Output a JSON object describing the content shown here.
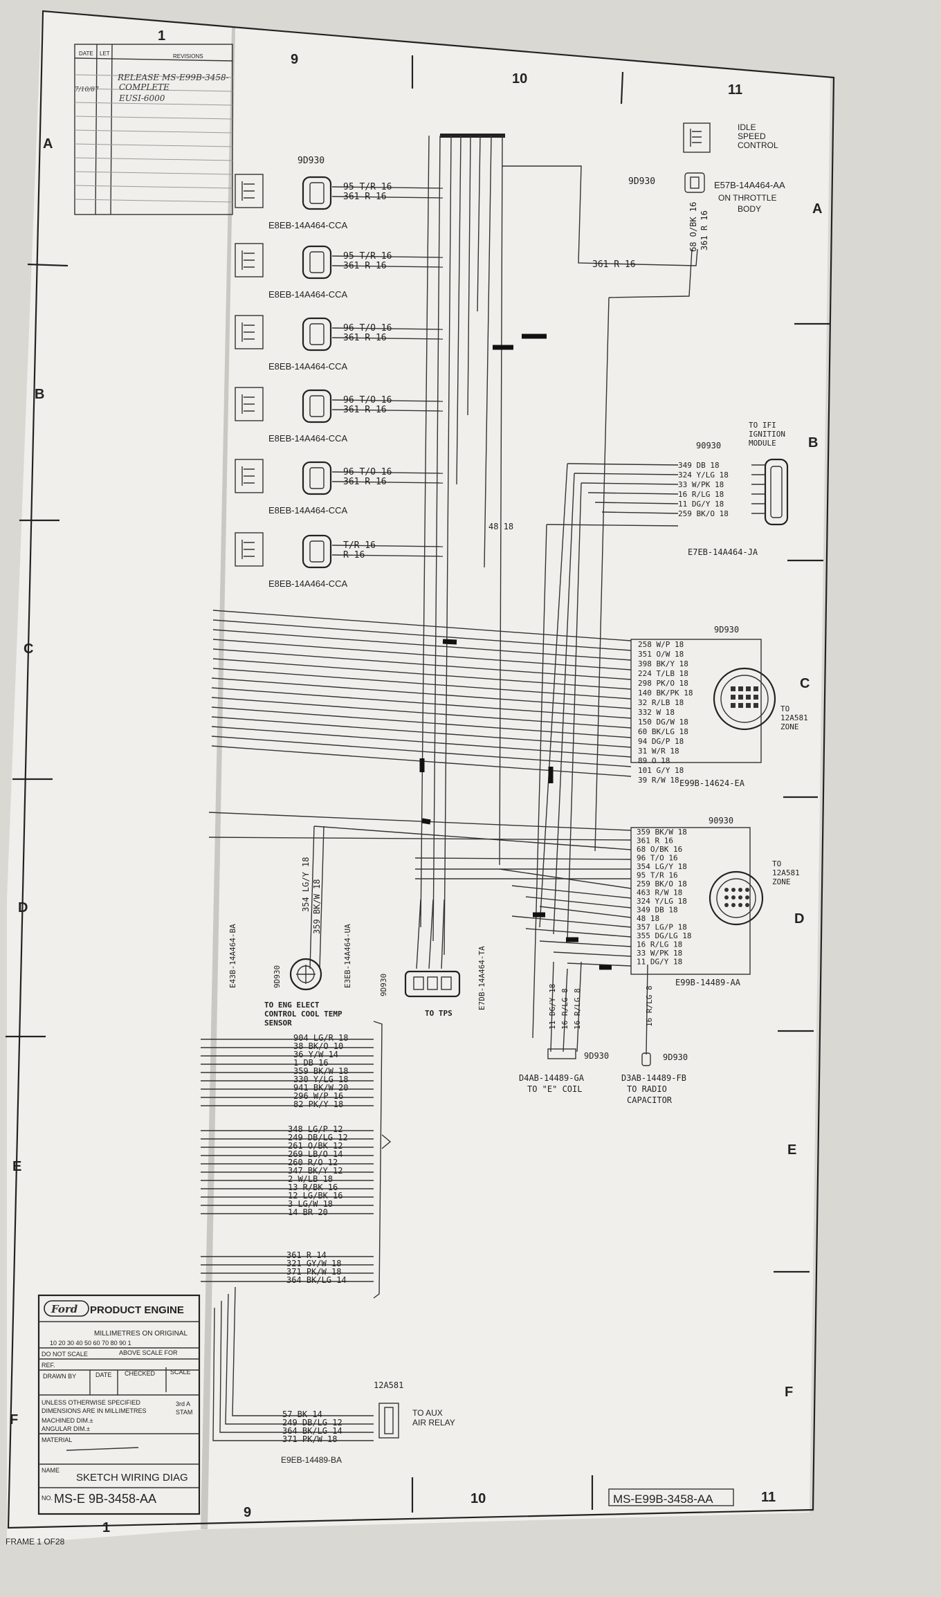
{
  "sheet": {
    "columns": [
      "1",
      "9",
      "10",
      "11"
    ],
    "rows": [
      "A",
      "B",
      "C",
      "D",
      "E",
      "F"
    ],
    "frame_label": "FRAME 1 OF28",
    "drawing_number_bottom": "MS-E99B-3458-AA"
  },
  "revisions": {
    "headers": [
      "DATE",
      "LET",
      "REVISIONS"
    ],
    "entries": [
      "RELEASE MS-E99B-3458-",
      "COMPLETE",
      "EUSI-6000"
    ],
    "date_entry": "7/10/87"
  },
  "injectors": {
    "part_ref": "9D930",
    "items": [
      {
        "wire1": "95 T/R 16",
        "wire2": "361 R 16",
        "part": "E8EB-14A464-CCA"
      },
      {
        "wire1": "95 T/R 16",
        "wire2": "361 R 16",
        "part": "E8EB-14A464-CCA"
      },
      {
        "wire1": "96 T/O 16",
        "wire2": "361 R 16",
        "part": "E8EB-14A464-CCA"
      },
      {
        "wire1": "96 T/O 16",
        "wire2": "361 R 16",
        "part": "E8EB-14A464-CCA"
      },
      {
        "wire1": "96 T/O 16",
        "wire2": "361 R 16",
        "part": "E8EB-14A464-CCA"
      },
      {
        "wire1": "T/R 16",
        "wire2": "R 16",
        "part": "E8EB-14A464-CCA"
      }
    ]
  },
  "idle_speed": {
    "title_lines": [
      "IDLE",
      "SPEED",
      "CONTROL"
    ],
    "ref": "9D930",
    "part": "E57B-14A464-AA",
    "note_lines": [
      "ON THROTTLE",
      "BODY"
    ],
    "wires": [
      "68 O/BK 16",
      "361 R 16"
    ],
    "trunk_label": "361 R 16"
  },
  "ifi_module": {
    "title_lines": [
      "TO IFI",
      "IGNITION",
      "MODULE"
    ],
    "ref": "90930",
    "wires": [
      "349  DB  18",
      "324  Y/LG  18",
      "33  W/PK  18",
      "16  R/LG  18",
      "11  DG/Y  18",
      "259  BK/O  18"
    ],
    "extra_wire": "48 18",
    "part": "E7EB-14A464-JA"
  },
  "conn_c": {
    "ref": "9D930",
    "wires": [
      "258 W/P 18",
      "351 O/W 18",
      "398  BK/Y  18",
      "224  T/LB  18",
      "298  PK/O  18",
      "140  BK/PK  18",
      "32  R/LB  18",
      "332  W  18",
      "150  DG/W  18",
      "60  BK/LG  18",
      "94  DG/P  18",
      "31  W/R  18",
      "89  O  18",
      "101  G/Y  18",
      "39  R/W  18"
    ],
    "note_lines": [
      "TO",
      "12A581",
      "ZONE"
    ],
    "part": "E99B-14624-EA"
  },
  "conn_d": {
    "ref": "90930",
    "wires": [
      "359  BK/W  18",
      "361  R  16",
      "68  O/BK  16",
      "96  T/O  16",
      "354  LG/Y  18",
      "95  T/R  16",
      "259  BK/O  18",
      "463  R/W  18",
      "324  Y/LG  18",
      "349  DB  18",
      "48  18",
      "357  LG/P  18",
      "355  DG/LG  18",
      "16  R/LG  18",
      "33  W/PK  18",
      "11  DG/Y  18"
    ],
    "note_lines": [
      "TO",
      "12A581",
      "ZONE"
    ],
    "part": "E99B-14489-AA"
  },
  "ecc_sensor": {
    "wires": [
      "354  LG/Y  18",
      "359  BK/W  18"
    ],
    "ref": "9D930",
    "part_left": "E43B-14A464-BA",
    "part_right": "E3EB-14A464-UA",
    "label_lines": [
      "TO ENG ELECT",
      "CONTROL COOL TEMP",
      "SENSOR"
    ]
  },
  "tps": {
    "ref": "9D930",
    "part": "E7DB-14A464-TA",
    "label": "TO TPS"
  },
  "e_coil": {
    "wires": [
      "11 DG/Y 18",
      "16 R/LG 8",
      "16 R/LG 8"
    ],
    "ref": "9D930",
    "part": "D4AB-14489-GA",
    "label": "TO \"E\" COIL"
  },
  "radio_cap": {
    "wire": "16 R/LG 8",
    "ref": "9D930",
    "part": "D3AB-14489-FB",
    "label_lines": [
      "TO RADIO",
      "CAPACITOR"
    ]
  },
  "bundle_e": {
    "group1": [
      "904  LG/R  18",
      "38  BK/O  10",
      "36  Y/W  14",
      "1 DB 16",
      "359  BK/W  18",
      "330  Y/LG  18",
      "941  BK/W  20",
      "296  W/P  16",
      "82  PK/Y  18"
    ],
    "group2": [
      "348  LG/P  12",
      "249  DB/LG  12",
      "261  O/BK  12",
      "269  LB/O  14",
      "260  R/O  12",
      "347  BK/Y  12",
      "2  W/LB  18",
      "13  R/BK  16",
      "12  LG/BK  16",
      "3  LG/W  18",
      "14  BR  20"
    ],
    "group3": [
      "361  R  14",
      "321  GY/W  18",
      "371  PK/W  18",
      "364  BK/LG  14"
    ]
  },
  "aux_relay": {
    "ref": "12A581",
    "wires": [
      "57  BK  14",
      "249  DB/LG  12",
      "364  BK/LG  14",
      "371  PK/W  18"
    ],
    "label_lines": [
      "TO AUX",
      "AIR RELAY"
    ],
    "part": "E9EB-14489-BA"
  },
  "title_block": {
    "company": "PRODUCT ENGINE",
    "logo": "Ford",
    "scale_caption": "MILLIMETRES ON ORIGINAL",
    "scale_ticks": "10 20 30 40 50 60 70 80 90 1",
    "do_not_scale": "DO NOT SCALE",
    "above_scale": "ABOVE SCALE FOR",
    "ref": "REF.",
    "drawn_by": "DRAWN BY",
    "date": "DATE",
    "checked": "CHECKED",
    "scale": "SCALE",
    "tolerance_lines": [
      "UNLESS OTHERWISE SPECIFIED",
      "DIMENSIONS ARE IN MILLIMETRES",
      "MACHINED DIM.±",
      "ANGULAR DIM.±"
    ],
    "tolerance_side": [
      "3rd A",
      "STAM"
    ],
    "material": "MATERIAL",
    "name_label": "NAME",
    "name_value": "SKETCH WIRING DIAG",
    "no_label": "NO.",
    "no_value": "MS-E 9B-3458-AA"
  }
}
